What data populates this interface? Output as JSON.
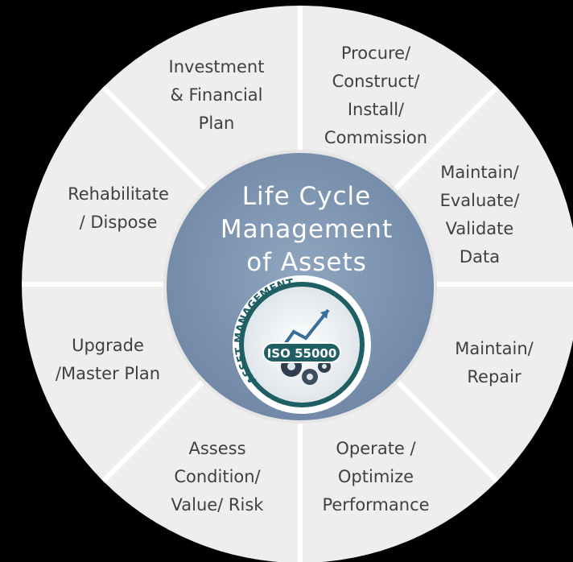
{
  "center": {
    "title_lines": [
      "Life Cycle",
      "Management",
      "of Assets"
    ]
  },
  "segments": [
    {
      "id": "investment",
      "lines": [
        "Investment",
        "& Financial",
        "Plan"
      ]
    },
    {
      "id": "procure",
      "lines": [
        "Procure/",
        "Construct/",
        "Install/",
        "Commission"
      ]
    },
    {
      "id": "maintain-evaluate",
      "lines": [
        "Maintain/",
        "Evaluate/",
        "Validate",
        "Data"
      ]
    },
    {
      "id": "maintain-repair",
      "lines": [
        "Maintain/",
        "Repair"
      ]
    },
    {
      "id": "operate",
      "lines": [
        "Operate /",
        "Optimize",
        "Performance"
      ]
    },
    {
      "id": "assess",
      "lines": [
        "Assess",
        "Condition/",
        "Value/ Risk"
      ]
    },
    {
      "id": "upgrade",
      "lines": [
        "Upgrade",
        "/Master Plan"
      ]
    },
    {
      "id": "rehabilitate",
      "lines": [
        "Rehabilitate",
        "/ Dispose"
      ]
    }
  ],
  "logo": {
    "arc_text": "ASSET MANAGEMENT",
    "badge_text": "ISO 55000"
  },
  "colors": {
    "background": "#000000",
    "segment_fill": "#eeeeee",
    "divider": "#ffffff",
    "label_text": "#404040",
    "center_fill": "#7c93b0",
    "center_text": "#ffffff",
    "logo_ring": "#1f5f63"
  }
}
